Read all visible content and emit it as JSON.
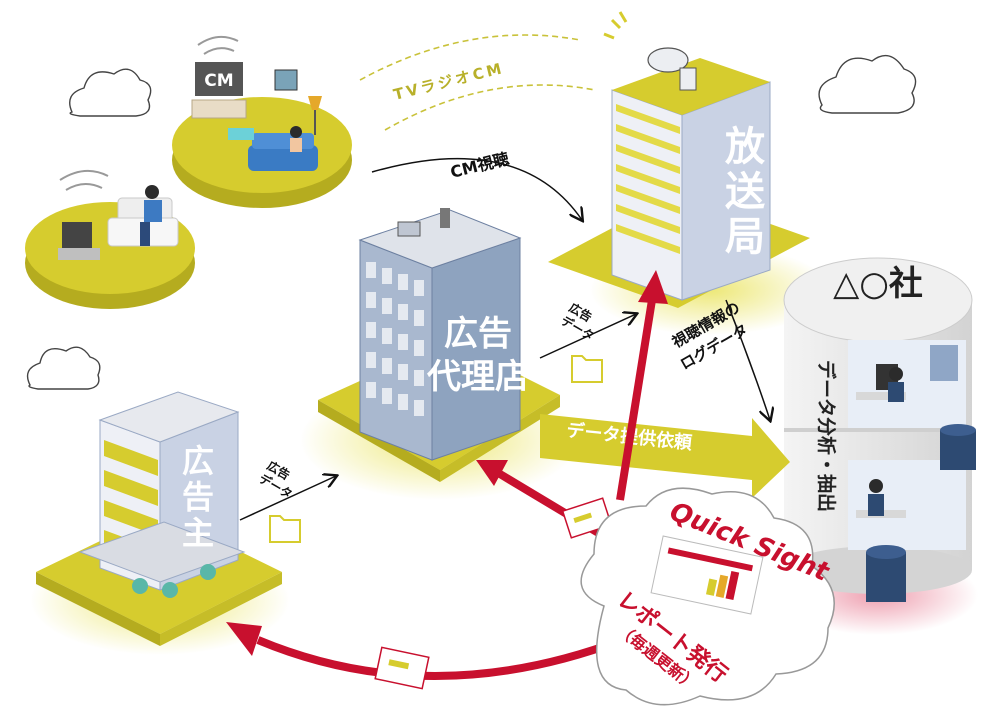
{
  "colors": {
    "accent_yellow": "#d6cc2e",
    "accent_red": "#c8102e",
    "building_blue": "#8ea3bf",
    "gray_cylinder": "#e4e4e4",
    "navy": "#2d4a72"
  },
  "labels": {
    "tv_radio_cm": "TVラジオCM",
    "cm_viewing": "CM視聴",
    "agency_line1": "広告",
    "agency_line2": "代理店",
    "ad_data_top_1": "広告",
    "ad_data_top_2": "データ",
    "ad_data_bottom_1": "広告",
    "ad_data_bottom_2": "データ",
    "broadcaster_1": "放",
    "broadcaster_2": "送",
    "broadcaster_3": "局",
    "viewing_log_1": "視聴情報の",
    "viewing_log_2": "ログデータ",
    "company": "△○社",
    "analysis": "データ分析・抽出",
    "data_request": "データ提供依頼",
    "advertiser_1": "広",
    "advertiser_2": "告",
    "advertiser_3": "主",
    "quicksight": "Quick Sight",
    "report_issue": "レポート発行",
    "weekly_update": "（毎週更新）",
    "tv_sign": "CM"
  },
  "icons": [
    "cloud-icon",
    "folder-icon",
    "satellite-dish-icon",
    "database-icon",
    "tv-icon",
    "report-sheet-icon"
  ]
}
